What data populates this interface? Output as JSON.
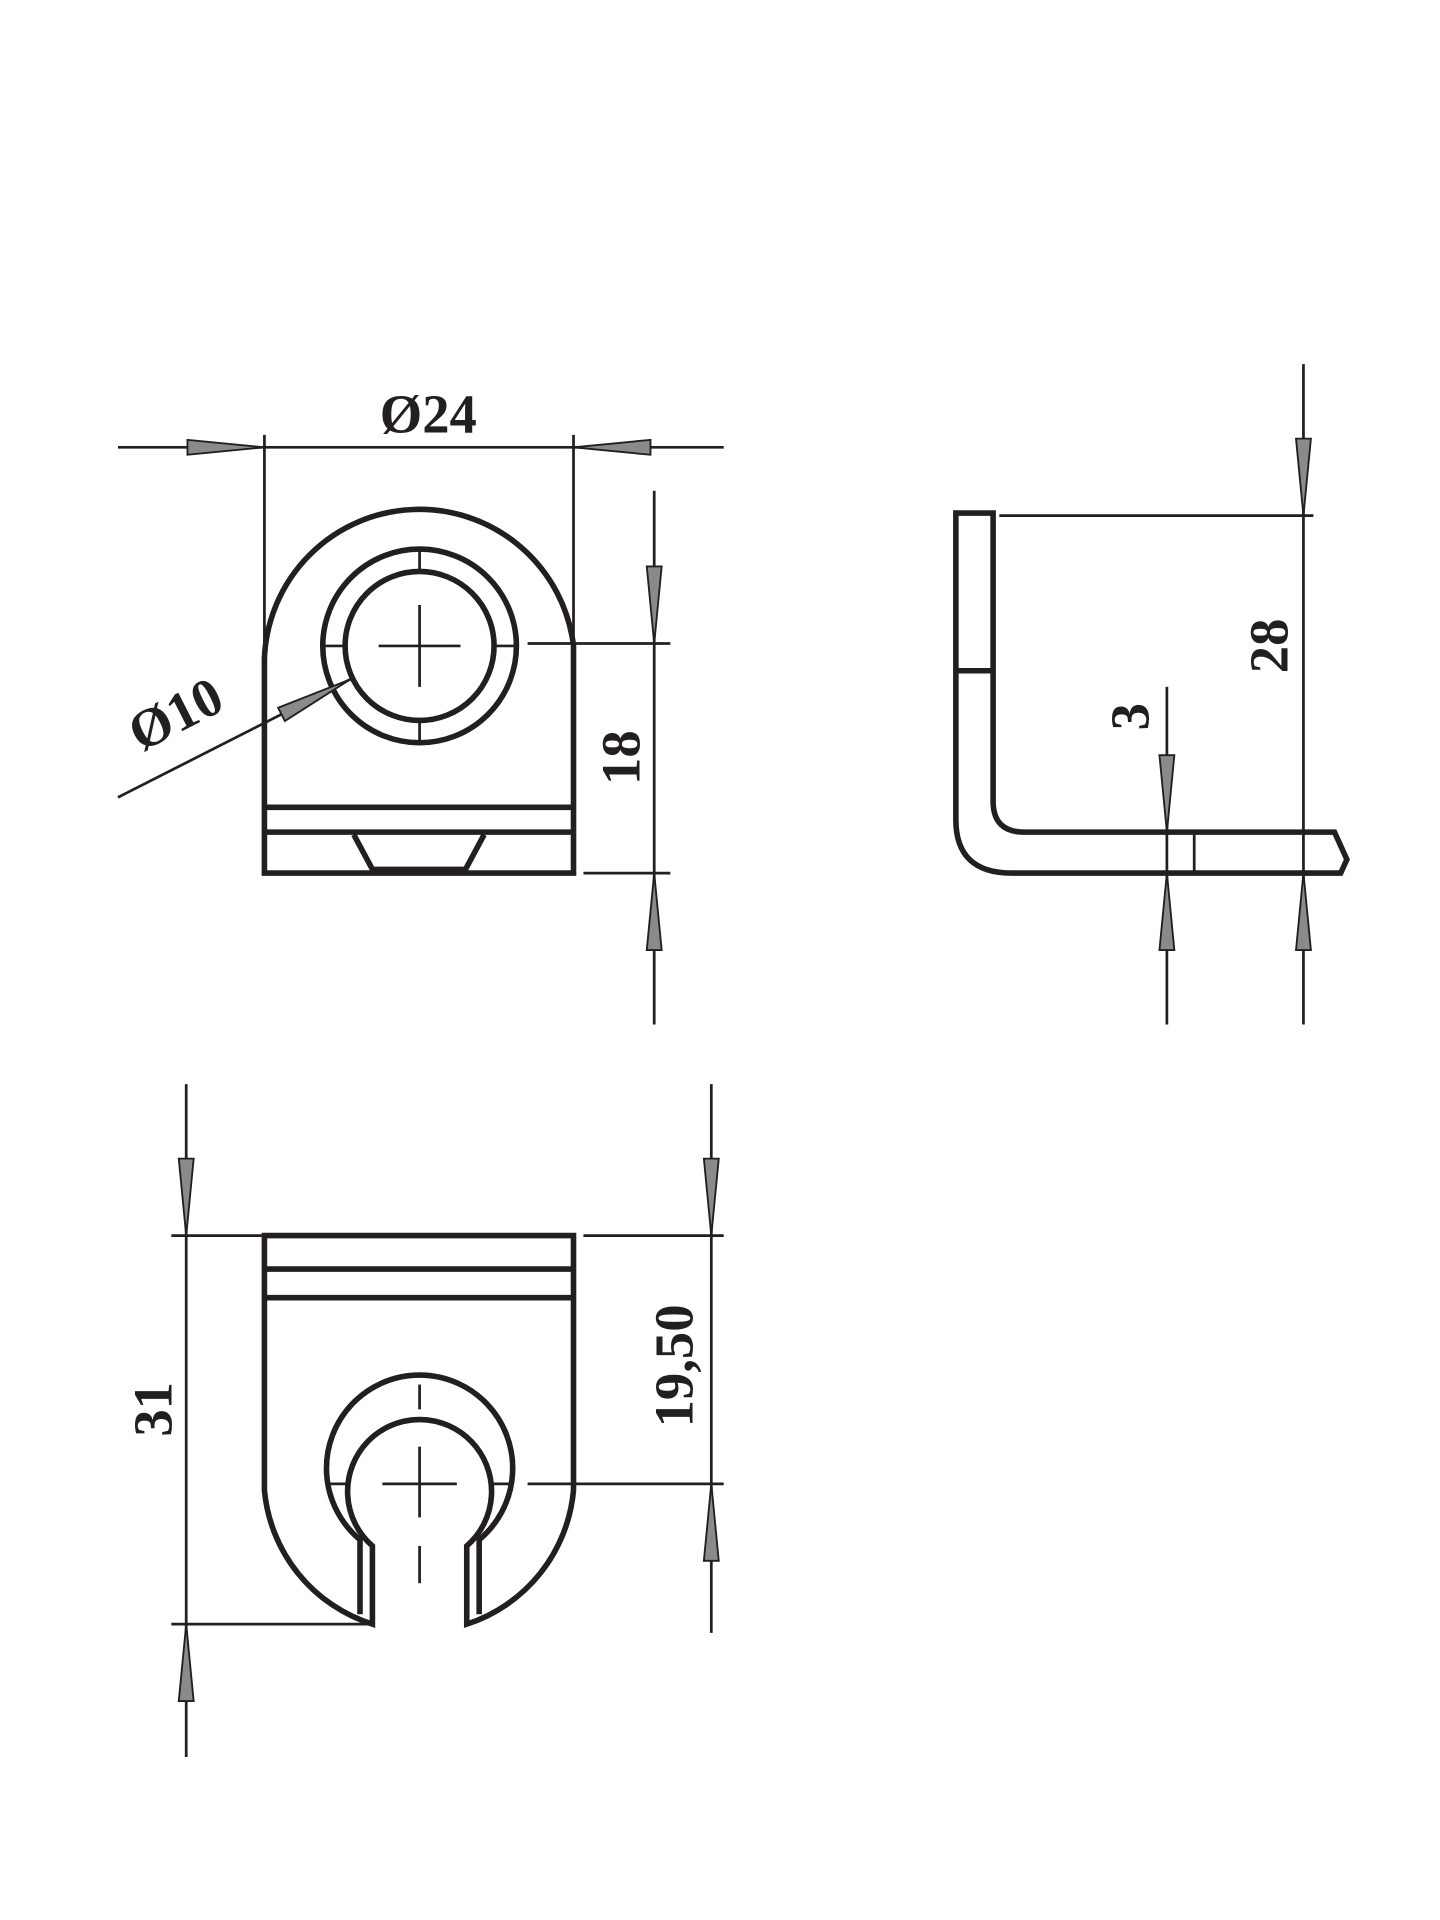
{
  "drawing": {
    "front_view": {
      "outer_diameter_label": "Ø24",
      "hole_diameter_label": "Ø10",
      "center_height_label": "18"
    },
    "side_view": {
      "height_label": "28",
      "thickness_label": "3"
    },
    "bottom_view": {
      "length_label": "31",
      "slot_center_label": "19,50"
    }
  }
}
